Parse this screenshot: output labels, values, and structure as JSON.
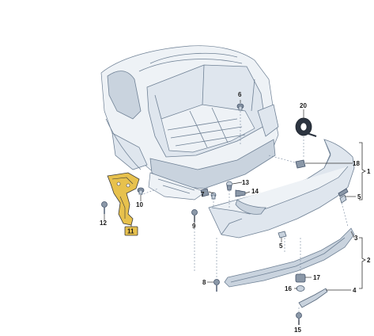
{
  "diagram": {
    "selected_part": "11",
    "callouts": [
      {
        "id": "c6",
        "text": "6"
      },
      {
        "id": "c20",
        "text": "20"
      },
      {
        "id": "c18",
        "text": "18"
      },
      {
        "id": "c1",
        "text": "1"
      },
      {
        "id": "c5a",
        "text": "5"
      },
      {
        "id": "c13",
        "text": "13"
      },
      {
        "id": "c14",
        "text": "14"
      },
      {
        "id": "c7",
        "text": "7"
      },
      {
        "id": "c10",
        "text": "10"
      },
      {
        "id": "c12",
        "text": "12"
      },
      {
        "id": "c11",
        "text": "11"
      },
      {
        "id": "c9",
        "text": "9"
      },
      {
        "id": "c5b",
        "text": "5"
      },
      {
        "id": "c3",
        "text": "3"
      },
      {
        "id": "c2",
        "text": "2"
      },
      {
        "id": "c8",
        "text": "8"
      },
      {
        "id": "c17",
        "text": "17"
      },
      {
        "id": "c16",
        "text": "16"
      },
      {
        "id": "c4",
        "text": "4"
      },
      {
        "id": "c15",
        "text": "15"
      }
    ],
    "colors": {
      "highlight": "#e7c14d",
      "line": "#6f8195"
    }
  }
}
